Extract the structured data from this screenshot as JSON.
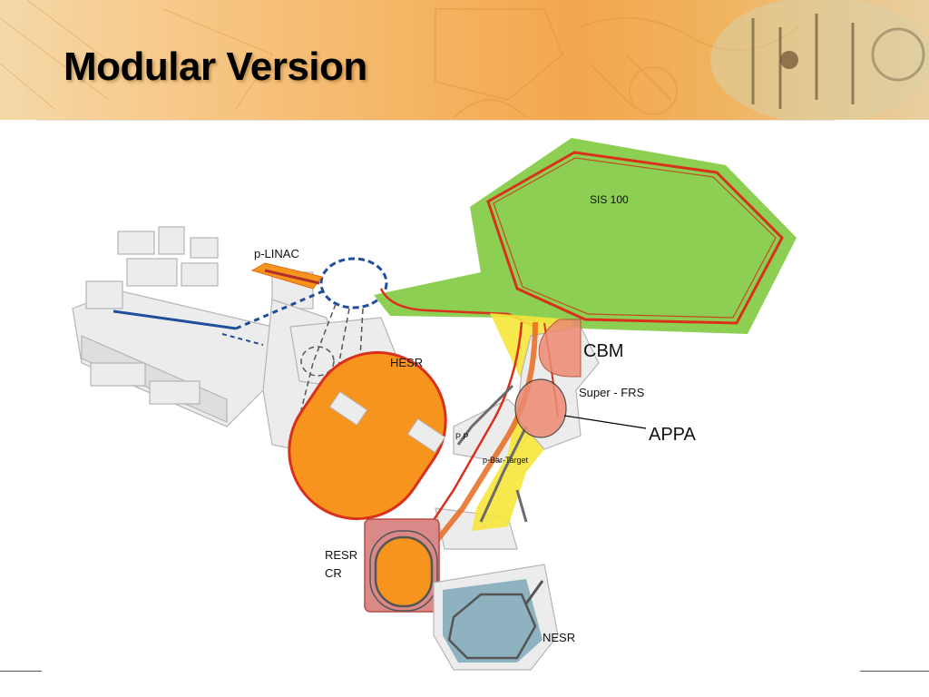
{
  "slide": {
    "title": "Modular Version"
  },
  "diagram": {
    "facilities": {
      "sis100": "SIS 100",
      "plinac": "p-LINAC",
      "hesr": "HESR",
      "super_frs": "Super - FRS",
      "pbar_target": "p-Bar-Target",
      "pp": "P P",
      "resr": "RESR",
      "cr": "CR",
      "nesr": "NESR"
    },
    "experiments": {
      "cbm": "CBM",
      "appa": "APPA"
    }
  },
  "colors": {
    "sis100_area": "#8ccf52",
    "ring_line": "#d9301c",
    "hesr_fill": "#f7941d",
    "nesr_fill": "#8fb2c0",
    "plinac_fill": "#f7941d",
    "beamline_yellow": "#f5e63a",
    "experiment_fill": "#ec8a74",
    "buildings": "#e6e6e6"
  }
}
